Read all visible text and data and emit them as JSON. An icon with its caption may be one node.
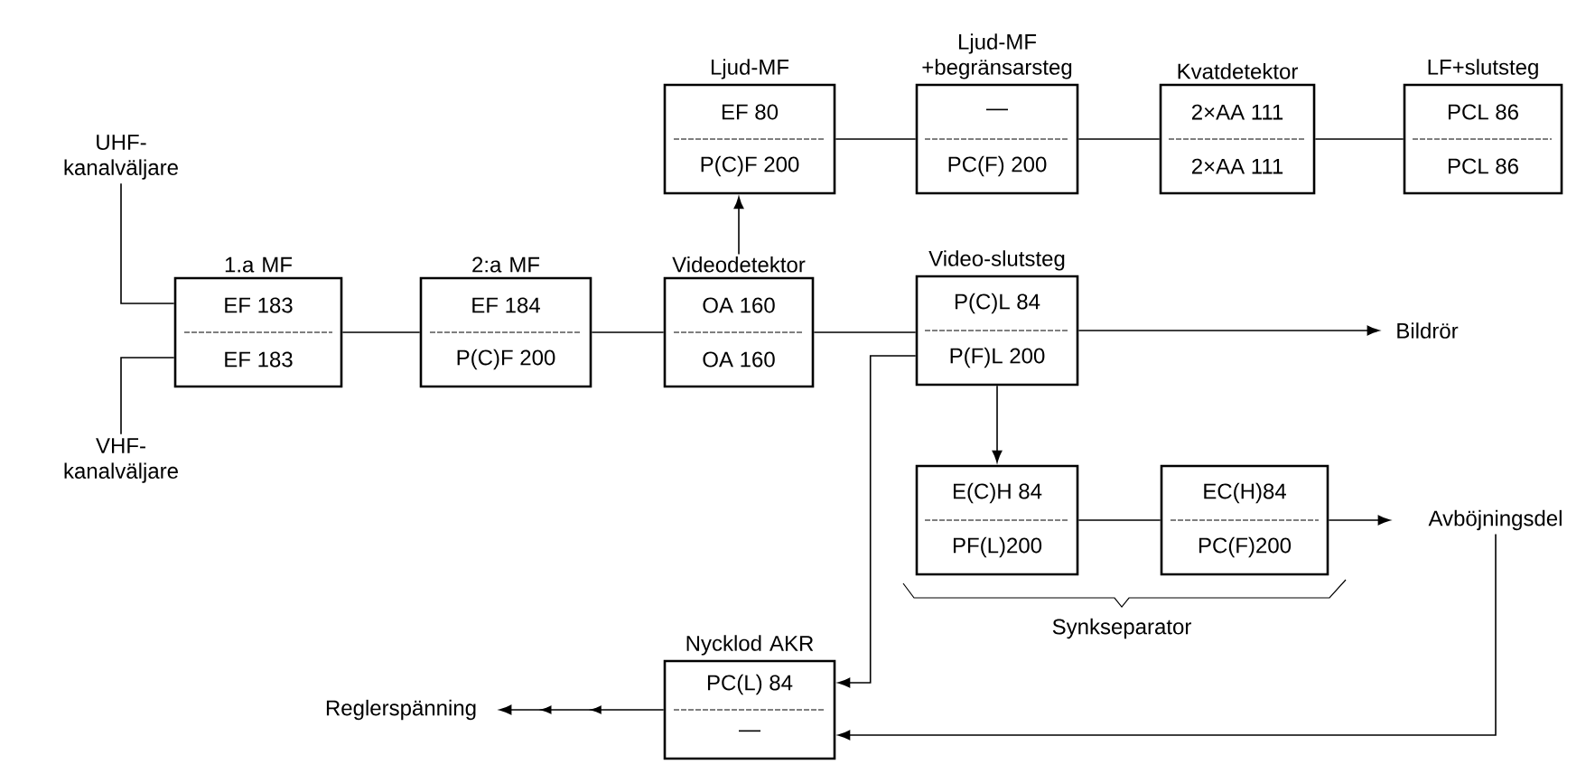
{
  "diagram": {
    "nodes": [
      {
        "text": [
          "UHF- kanalväljare"
        ]
      },
      {
        "text": [
          "VHF- kanalväljare"
        ]
      },
      {
        "text": [
          "1.a MF",
          "EF 183",
          "EF 183"
        ]
      },
      {
        "text": [
          "2:a MF",
          "EF 184",
          "P(C)F 200"
        ]
      },
      {
        "text": [
          "Videodetektor",
          "OA 160",
          "OA 160"
        ]
      },
      {
        "text": [
          "Ljud-MF",
          "EF 80",
          "P(C)F 200"
        ]
      },
      {
        "text": [
          "Ljud-MF +begränsarsteg",
          "—",
          "PC(F) 200"
        ]
      },
      {
        "text": [
          "Kvatdetektor",
          "2×AA 111",
          "2×AA 111"
        ]
      },
      {
        "text": [
          "LF+slutsteg",
          "PCL 86",
          "PCL 86"
        ]
      },
      {
        "text": [
          "Video-slutsteg",
          "P(C)L 84",
          "P(F)L 200"
        ]
      },
      {
        "text": [
          "Bildrör"
        ]
      },
      {
        "text": [
          "E(C)H 84",
          "PF(L)200"
        ]
      },
      {
        "text": [
          "EC(H)84",
          "PC(F)200"
        ]
      },
      {
        "text": [
          "Avböjningsdel"
        ]
      },
      {
        "text": [
          "Nycklod AKR",
          "PC(L) 84",
          "—"
        ]
      },
      {
        "text": [
          "Reglerspänning"
        ]
      }
    ],
    "edges": [
      {
        "from": 0,
        "to": 2,
        "arrow": "none"
      },
      {
        "from": 1,
        "to": 2,
        "arrow": "none"
      },
      {
        "from": 2,
        "to": 3,
        "arrow": "none"
      },
      {
        "from": 3,
        "to": 4,
        "arrow": "none"
      },
      {
        "from": 4,
        "to": 5,
        "arrow": "to"
      },
      {
        "from": 5,
        "to": 6,
        "arrow": "none"
      },
      {
        "from": 6,
        "to": 7,
        "arrow": "none"
      },
      {
        "from": 7,
        "to": 8,
        "arrow": "none"
      },
      {
        "from": 4,
        "to": 9,
        "arrow": "none"
      },
      {
        "from": 9,
        "to": 10,
        "arrow": "to"
      },
      {
        "from": 9,
        "to": 11,
        "arrow": "to"
      },
      {
        "from": 11,
        "to": 12,
        "arrow": "none"
      },
      {
        "from": 12,
        "to": 13,
        "arrow": "to"
      },
      {
        "from": 9,
        "to": 14,
        "arrow": "to"
      },
      {
        "from": 13,
        "to": 14,
        "arrow": "to"
      },
      {
        "from": 14,
        "to": 15,
        "arrow": "to"
      }
    ],
    "labels": [
      "Synkseparator"
    ]
  }
}
